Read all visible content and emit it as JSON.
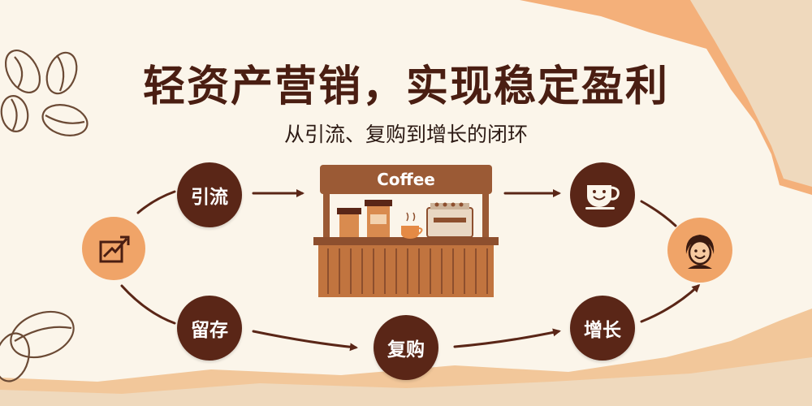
{
  "header": {
    "title": "轻资产营销，实现稳定盈利",
    "subtitle": "从引流、复购到增长的闭环"
  },
  "nodes": {
    "attract": "引流",
    "retain": "留存",
    "repurchase": "复购",
    "growth": "增长"
  },
  "stall": {
    "sign": "Coffee"
  },
  "icons": {
    "start": "growth-chart-icon",
    "happy_cup": "smiling-coffee-cup-icon",
    "customer": "customer-face-icon"
  },
  "colors": {
    "dark_brown": "#5a2617",
    "orange": "#f0a468",
    "wood": "#b86a3c",
    "paper": "#fbf5ea"
  }
}
